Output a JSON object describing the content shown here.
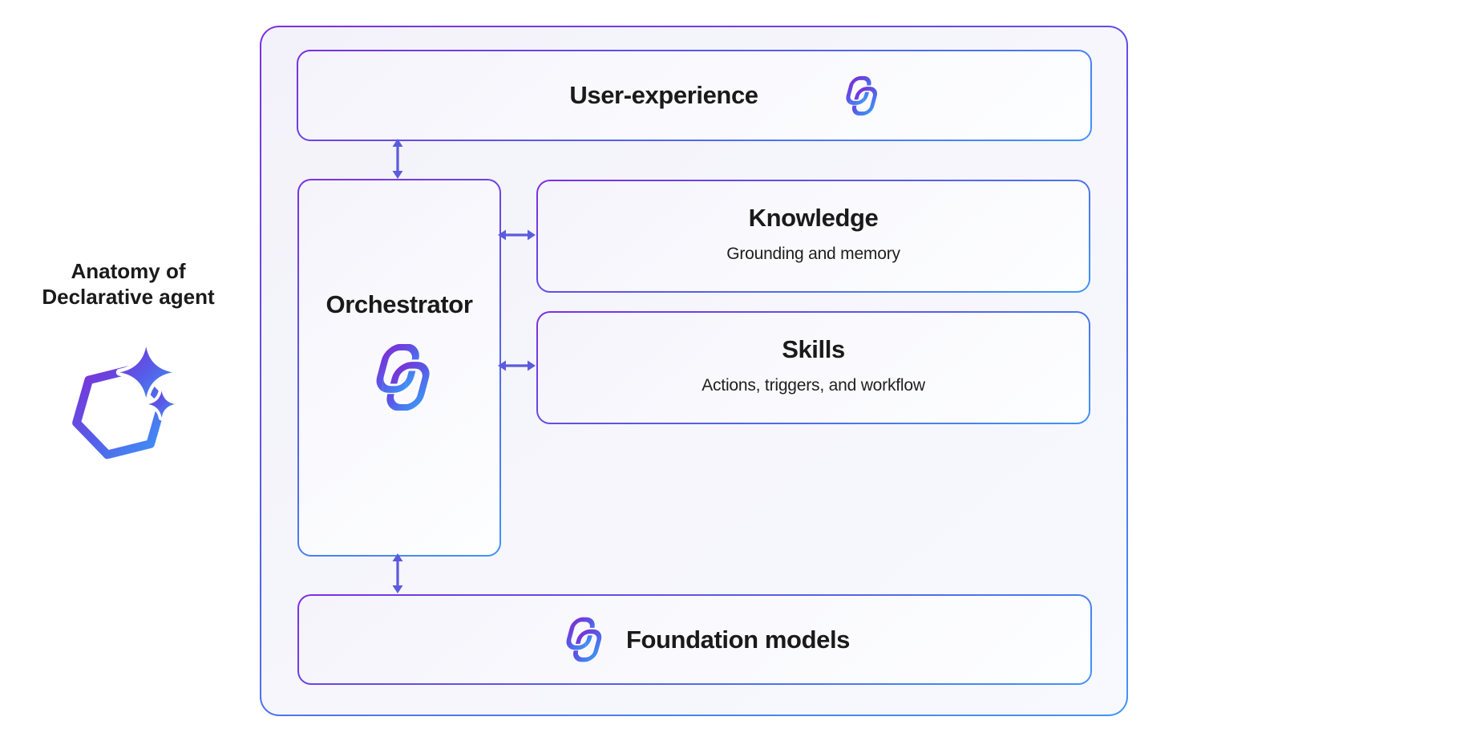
{
  "left_panel": {
    "label_line1": "Anatomy of",
    "label_line2": "Declarative agent"
  },
  "diagram": {
    "user_experience": {
      "title": "User-experience"
    },
    "orchestrator": {
      "title": "Orchestrator"
    },
    "knowledge": {
      "title": "Knowledge",
      "subtitle": "Grounding and memory"
    },
    "skills": {
      "title": "Skills",
      "subtitle": "Actions, triggers, and workflow"
    },
    "foundation_models": {
      "title": "Foundation models"
    }
  },
  "icons": {
    "declarative_agent": "declarative-agent-icon (hexagon with two sparkles)",
    "copilot": "copilot-icon (appears in User-experience, Orchestrator, Foundation models)"
  },
  "colors": {
    "border_gradient_start": "#7B2FE3",
    "border_gradient_mid": "#5560EA",
    "border_gradient_end": "#4195F6",
    "icon_gradient_start": "#7C2FD6",
    "icon_gradient_mid": "#575CE8",
    "icon_gradient_end": "#3D96F7",
    "arrow": "#5B5BDD",
    "title_text": "#1A1A1A",
    "subtitle_text": "#1F1F1F",
    "box_fill_start": "#F5F4FB",
    "box_fill_end": "#FDFEFF"
  }
}
